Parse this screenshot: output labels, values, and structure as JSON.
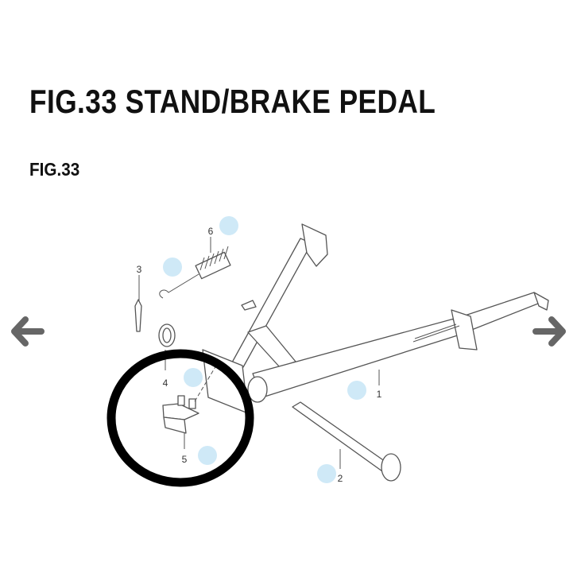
{
  "page": {
    "title": "FIG.33 STAND/BRAKE PEDAL",
    "subtitle": "FIG.33"
  },
  "diagram": {
    "callouts": [
      {
        "number": "1",
        "part": "main-stand"
      },
      {
        "number": "2",
        "part": "shaft"
      },
      {
        "number": "3",
        "part": "cotter-pin"
      },
      {
        "number": "4",
        "part": "washer"
      },
      {
        "number": "5",
        "part": "stopper-rubber"
      },
      {
        "number": "6",
        "part": "spring"
      }
    ]
  },
  "navigation": {
    "prev_icon": "arrow-left-icon",
    "next_icon": "arrow-right-icon"
  },
  "colors": {
    "hotspot": "#cfe9f7",
    "highlight_ring": "#000000",
    "nav_arrow": "#666666"
  }
}
